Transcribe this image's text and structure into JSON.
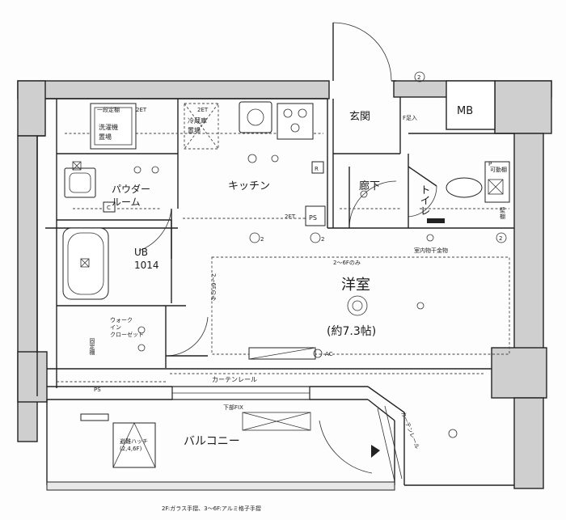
{
  "rooms": {
    "entrance": "玄関",
    "mb": "MB",
    "shoe_box": "F足入",
    "kitchen": "キッチン",
    "powder_room": "パウダー\nルーム",
    "unit_bath": "UB\n1014",
    "corridor": "廊下",
    "toilet": "トイレ",
    "western_room": "洋室",
    "western_room_size": "(約7.3帖)",
    "walk_in_closet": "ウォーク\nイン\nクローゼット",
    "balcony": "バルコニー"
  },
  "fixtures": {
    "washer": "洗濯機\n置場",
    "washer_shelf": "一段定棚",
    "fridge": "冷蔵庫\n置場",
    "fridge_2et": "2ET",
    "washer_2et": "2ET",
    "kitchen_2et": "2ET",
    "ps": "PS",
    "r_mark": "R",
    "c_mark": "C",
    "toilet_shelf": "可動棚",
    "toilet_note": "壁\n棚",
    "fixed_shelf": "固定棚",
    "ps_small": "PS",
    "ac": "AC",
    "indoor_hardware": "室内物干金物",
    "curtain_rail": "カーテンレール",
    "curtain_rail_2": "カーテンレール",
    "lower_fix": "下部FIX",
    "note_2_6f_a": "2～6Fのみ",
    "note_2_6f_b": "2～6Fのみ",
    "evacuation_hatch": "避難ハッチ\n(2,4,6F)",
    "footer_note": "2F:ガラス手摺、3～6F:アルミ格子手摺"
  },
  "markers": {
    "m_door": "2",
    "m_left": "2",
    "m_mid": "2",
    "m_toilet": "2",
    "m_toilet_top": "P"
  }
}
